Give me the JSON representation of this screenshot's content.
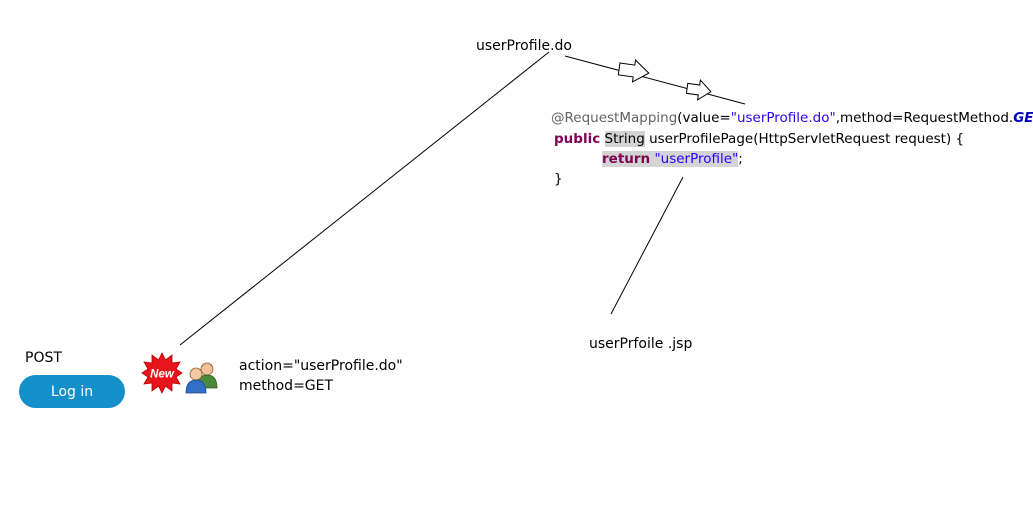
{
  "top_label": "userProfile.do",
  "code": {
    "annotation_name": "@RequestMapping",
    "annotation_open": "(value=",
    "annotation_value": "\"userProfile.do\"",
    "annotation_method": ",method=RequestMethod.",
    "annotation_const": "GET",
    "annotation_close": ")",
    "kw_public": "public",
    "type_string": "String",
    "method_signature": " userProfilePage(HttpServletRequest request) {",
    "kw_return": "return",
    "return_value": "\"userProfile\"",
    "return_semicolon": ";",
    "closing_brace": "}"
  },
  "jsp_label": "userPrfoile .jsp",
  "form": {
    "method_label": "POST",
    "login_button": "Log in",
    "new_badge": "New",
    "action_text": "action=\"userProfile.do\"",
    "method_text": "method=GET"
  },
  "icons": {
    "badge": "new-starburst-icon",
    "users": "users-group-icon"
  },
  "colors": {
    "button": "#1390c9",
    "badge": "#e8141c",
    "keyword": "#7f0055",
    "string": "#2a00ff",
    "annotation": "#646464"
  }
}
